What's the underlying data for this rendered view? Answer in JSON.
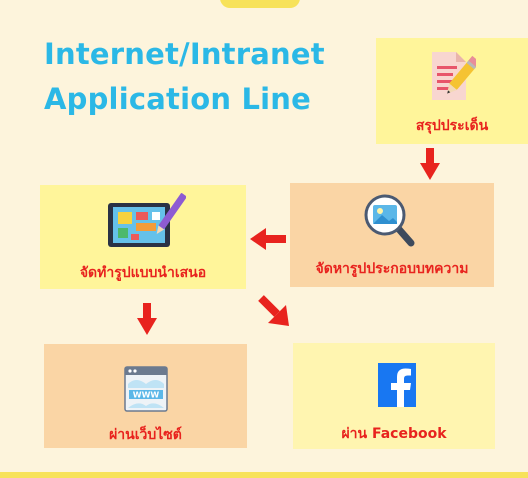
{
  "title": {
    "line1": "Internet/Intranet",
    "line2": "Application Line"
  },
  "nodes": {
    "summarize": {
      "label": "สรุปประเด็น",
      "icon": "document-pencil-icon",
      "color": "#fff59a"
    },
    "find_images": {
      "label": "จัดหารูปประกอบบทความ",
      "icon": "image-search-icon",
      "color": "#fad5a5"
    },
    "design": {
      "label": "จัดทำรูปแบบนำเสนอ",
      "icon": "design-tablet-icon",
      "color": "#fff59a"
    },
    "website": {
      "label": "ผ่านเว็บไซต์",
      "icon": "www-browser-icon",
      "color": "#fad5a5"
    },
    "facebook": {
      "label": "ผ่าน Facebook",
      "icon": "facebook-icon",
      "color": "#fff5b0"
    }
  },
  "colors": {
    "title": "#2bb8e6",
    "label": "#e8231e",
    "arrow": "#e8231e",
    "background": "#fdf4dc"
  }
}
